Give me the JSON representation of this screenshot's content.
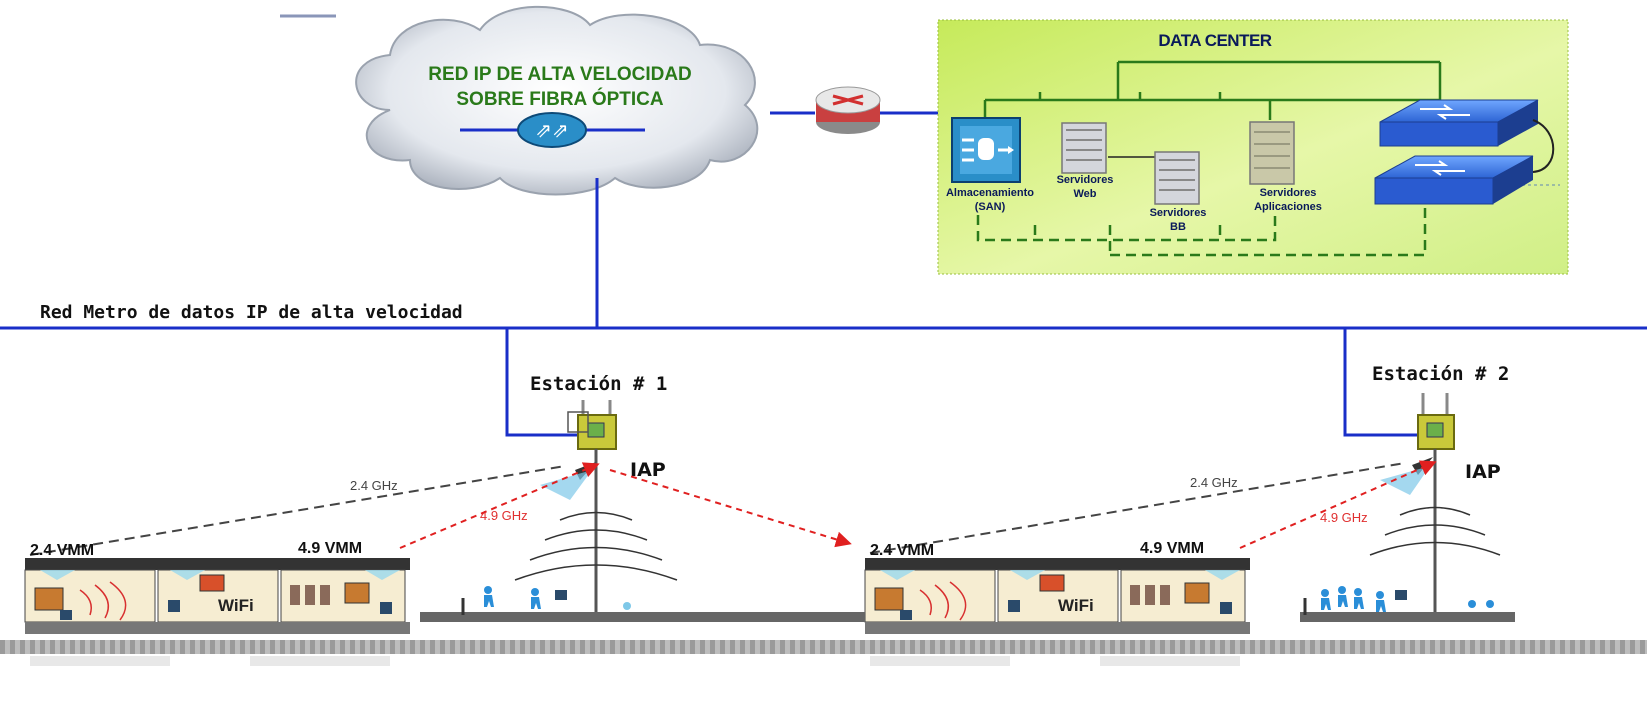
{
  "cloud": {
    "line1": "RED IP DE ALTA VELOCIDAD",
    "line2": "SOBRE FIBRA ÓPTICA"
  },
  "datacenter": {
    "title": "DATA CENTER",
    "storage_l1": "Almacenamiento",
    "storage_l2": "(SAN)",
    "web_l1": "Servidores",
    "web_l2": "Web",
    "db_l1": "Servidores",
    "db_l2": "BB",
    "app_l1": "Servidores",
    "app_l2": "Aplicaciones"
  },
  "network_label": "Red Metro de datos IP de alta velocidad",
  "stations": [
    {
      "label": "Estación # 1",
      "iap": "IAP",
      "freq_24": "2.4 GHz",
      "freq_49": "4.9 GHz",
      "vmm_24": "2.4 VMM",
      "vmm_49": "4.9 VMM",
      "wifi": "WiFi"
    },
    {
      "label": "Estación # 2",
      "iap": "IAP",
      "freq_24": "2.4 GHz",
      "freq_49": "4.9 GHz",
      "vmm_24": "2.4 VMM",
      "vmm_49": "4.9 VMM",
      "wifi": "WiFi"
    }
  ],
  "colors": {
    "network_line": "#1a2fc8",
    "cloud_text": "#2a7a1a",
    "datacenter_bg": "#d8f07a",
    "link_dashed": "#444444",
    "link_red": "#e02020"
  },
  "icons": [
    "cloud-icon",
    "router-icon",
    "switch-icon",
    "san-storage-icon",
    "server-icon",
    "access-point-icon",
    "train-icon",
    "person-icon"
  ]
}
